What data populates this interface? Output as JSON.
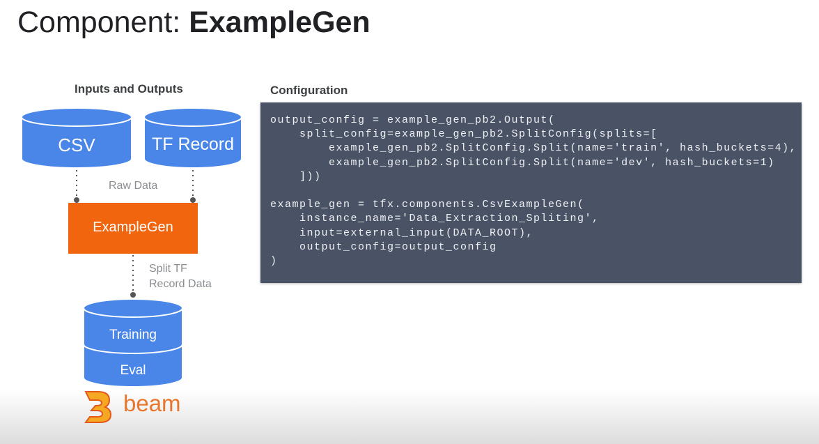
{
  "title": {
    "prefix": "Component: ",
    "name": "ExampleGen"
  },
  "diagram": {
    "heading": "Inputs and Outputs",
    "inputs": [
      "CSV",
      "TF Record"
    ],
    "raw_label": "Raw Data",
    "component": "ExampleGen",
    "split_label_1": "Split TF",
    "split_label_2": "Record Data",
    "outputs": [
      "Training",
      "Eval"
    ],
    "beam_text": "beam",
    "colors": {
      "blue": "#4a86e8",
      "orange": "#f0650e"
    }
  },
  "config": {
    "heading": "Configuration",
    "code": "output_config = example_gen_pb2.Output(\n    split_config=example_gen_pb2.SplitConfig(splits=[\n        example_gen_pb2.SplitConfig.Split(name='train', hash_buckets=4),\n        example_gen_pb2.SplitConfig.Split(name='dev', hash_buckets=1)\n    ]))\n\nexample_gen = tfx.components.CsvExampleGen(\n    instance_name='Data_Extraction_Spliting',\n    input=external_input(DATA_ROOT),\n    output_config=output_config\n)"
  }
}
